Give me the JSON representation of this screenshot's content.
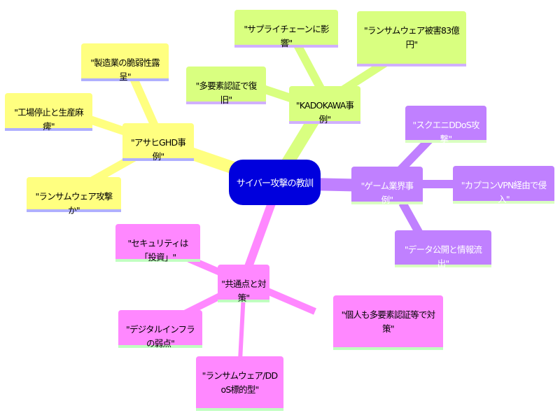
{
  "root": {
    "label": "サイバー攻撃の教訓"
  },
  "colors": {
    "root": "#0000dd",
    "asahi": "#ffff80",
    "kadokawa": "#d9ff80",
    "game": "#c080ff",
    "common": "#ff88ff"
  },
  "branches": {
    "asahi": {
      "label": "\"アサヒGHD事例\"",
      "children": [
        "\"製造業の脆弱性露呈\"",
        "\"工場停止と生産麻痺\"",
        "\"ランサムウェア攻撃か\""
      ]
    },
    "kadokawa": {
      "label": "\"KADOKAWA事例\"",
      "children": [
        "\"サプライチェーンに影響\"",
        "\"ランサムウェア被害83億円\"",
        "\"多要素認証で復旧\""
      ]
    },
    "game": {
      "label": "\"ゲーム業界事例\"",
      "children": [
        "\"スクエニDDoS攻撃\"",
        "\"カプコンVPN経由で侵入\"",
        "\"データ公開と情報流出\""
      ]
    },
    "common": {
      "label": "\"共通点と対策\"",
      "children": [
        "\"セキュリティは「投資」\"",
        "\"デジタルインフラの弱点\"",
        "\"個人も多要素認証等で対策\"",
        "\"ランサムウェア/DDoS標的型\""
      ]
    }
  }
}
